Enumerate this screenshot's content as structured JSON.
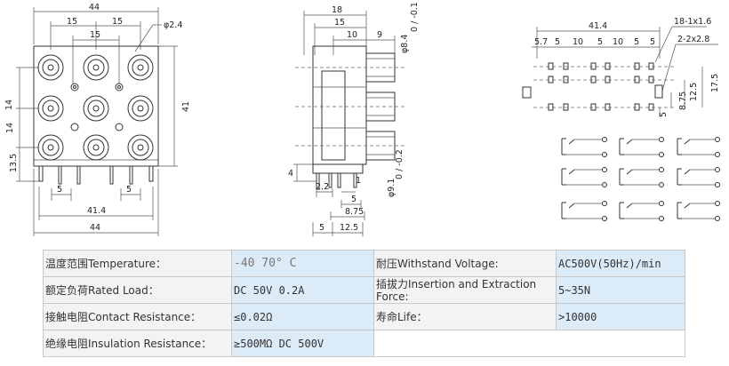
{
  "front_view": {
    "dims": {
      "overall_width_top": "44",
      "pitch_top_left": "15",
      "pitch_top_right": "15",
      "pitch_inner": "15",
      "hole_dia": "φ2.4",
      "row_pitch_a": "14",
      "row_pitch_b": "14",
      "overall_height": "41",
      "base_height": "13.5",
      "pin_pitch_left": "5",
      "pin_pitch_right": "5",
      "pin_span": "41.4",
      "overall_width_bottom": "44"
    }
  },
  "side_view": {
    "dims": {
      "depth": "18",
      "offset_15": "15",
      "offset_10": "10",
      "offset_9": "9",
      "jack_dia": "φ8.4",
      "jack_dia_tol": "0 / -0.1",
      "pin_length": "4",
      "pin_gap_a": "2.2",
      "pin_gap_b": "1",
      "pin_offset_5": "5",
      "pin_spacing": "8.75",
      "base_5": "5",
      "base_12_5": "12.5",
      "post_dia": "φ9.1",
      "post_dia_tol": "0 / -0.2"
    }
  },
  "pcb_layout": {
    "dims": {
      "overall": "41.4",
      "hole_spec_a": "18-1x1.6",
      "hole_spec_b": "2-2x2.8",
      "gaps": [
        "5.7",
        "5",
        "10",
        "5",
        "10",
        "5",
        "5"
      ],
      "vertical_8_75": "8.75",
      "vertical_12_5": "12.5",
      "vertical_17_5": "17.5",
      "vertical_5": "5"
    }
  },
  "specs": {
    "temperature_label": "温度范围Temperature：",
    "temperature_value": "-40   70° C",
    "withstand_label": "耐压Withstand Voltage:",
    "withstand_value": "AC500V(50Hz)/min",
    "rated_load_label": "额定负荷Rated Load：",
    "rated_load_value": "DC 50V 0.2A",
    "insertion_label": "插拔力Insertion and Extraction Force:",
    "insertion_value": "5~35N",
    "contact_label": "接触电阻Contact Resistance：",
    "contact_value": "≤0.02Ω",
    "life_label": "寿命Life：",
    "life_value": ">10000",
    "insulation_label": "绝缘电阻Insulation Resistance：",
    "insulation_value": "≥500MΩ  DC  500V"
  }
}
